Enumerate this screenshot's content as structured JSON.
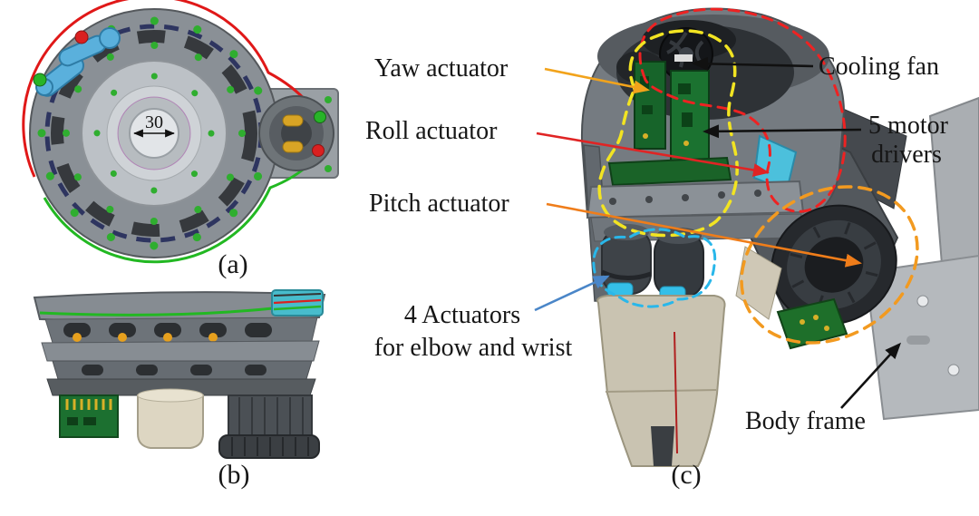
{
  "figure": {
    "title": "Robot shoulder actuator assembly figure",
    "background": "#ffffff",
    "text_color": "#161616"
  },
  "subfigure_a": {
    "caption": "(a)",
    "dimension_label": "30"
  },
  "subfigure_b": {
    "caption": "(b)"
  },
  "subfigure_c": {
    "caption": "(c)",
    "labels": {
      "yaw_actuator": "Yaw actuator",
      "cooling_fan": "Cooling fan",
      "roll_actuator": "Roll actuator",
      "motor_drivers_line1": "5 motor",
      "motor_drivers_line2": "drivers",
      "pitch_actuator": "Pitch actuator",
      "four_actuators_line1": "4 Actuators",
      "four_actuators_line2": "for elbow and wrist",
      "body_frame": "Body frame"
    }
  },
  "colors": {
    "yaw_arrow": "#f2a31b",
    "roll_arrow": "#e02424",
    "pitch_arrow": "#ef7d1a",
    "elbow_arrow": "#4a86c8",
    "black_arrow": "#111111",
    "red_dashed_outline": "#ee2222",
    "yellow_dashed_outline": "#f2e422",
    "blue_dashed_outline": "#29b7ea",
    "orange_dashed_outline": "#f29a20",
    "belt_red": "#e01818",
    "belt_green": "#22b822"
  }
}
